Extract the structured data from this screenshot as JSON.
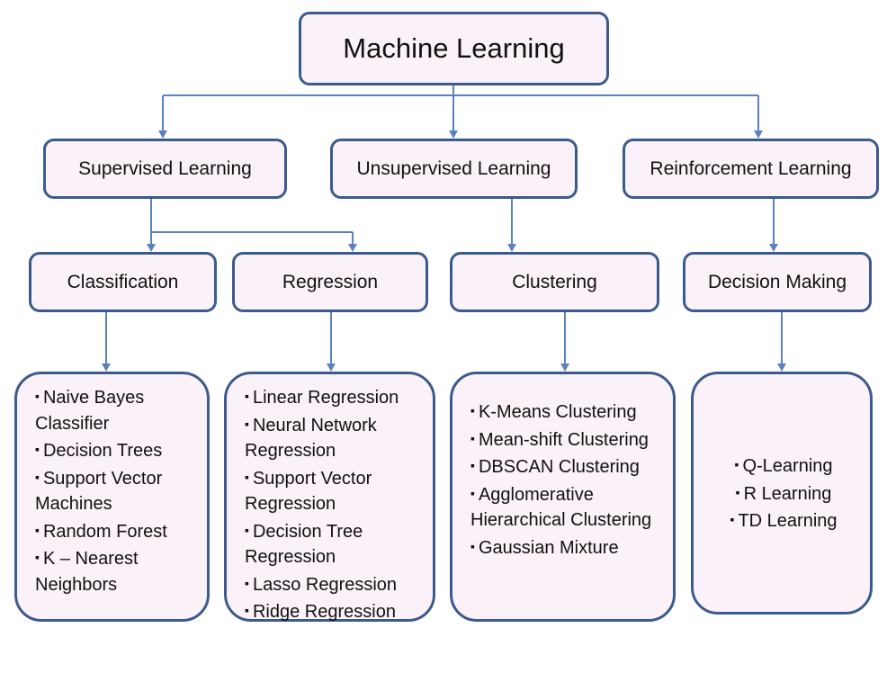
{
  "root": "Machine Learning",
  "categories": [
    {
      "label": "Supervised Learning"
    },
    {
      "label": "Unsupervised Learning"
    },
    {
      "label": "Reinforcement Learning"
    }
  ],
  "tasks": [
    {
      "label": "Classification"
    },
    {
      "label": "Regression"
    },
    {
      "label": "Clustering"
    },
    {
      "label": "Decision Making"
    }
  ],
  "algorithms": {
    "classification": [
      "Naive Bayes Classifier",
      "Decision Trees",
      "Support  Vector Machines",
      "Random Forest",
      "K – Nearest Neighbors"
    ],
    "regression": [
      "Linear Regression",
      "Neural Network Regression",
      "Support  Vector Regression",
      "Decision Tree Regression",
      "Lasso Regression",
      "Ridge Regression"
    ],
    "clustering": [
      "K-Means Clustering",
      "Mean-shift Clustering",
      "DBSCAN Clustering",
      "Agglomerative Hierarchical Clustering",
      "Gaussian Mixture"
    ],
    "decision_making": [
      "Q-Learning",
      "R Learning",
      "TD Learning"
    ]
  }
}
